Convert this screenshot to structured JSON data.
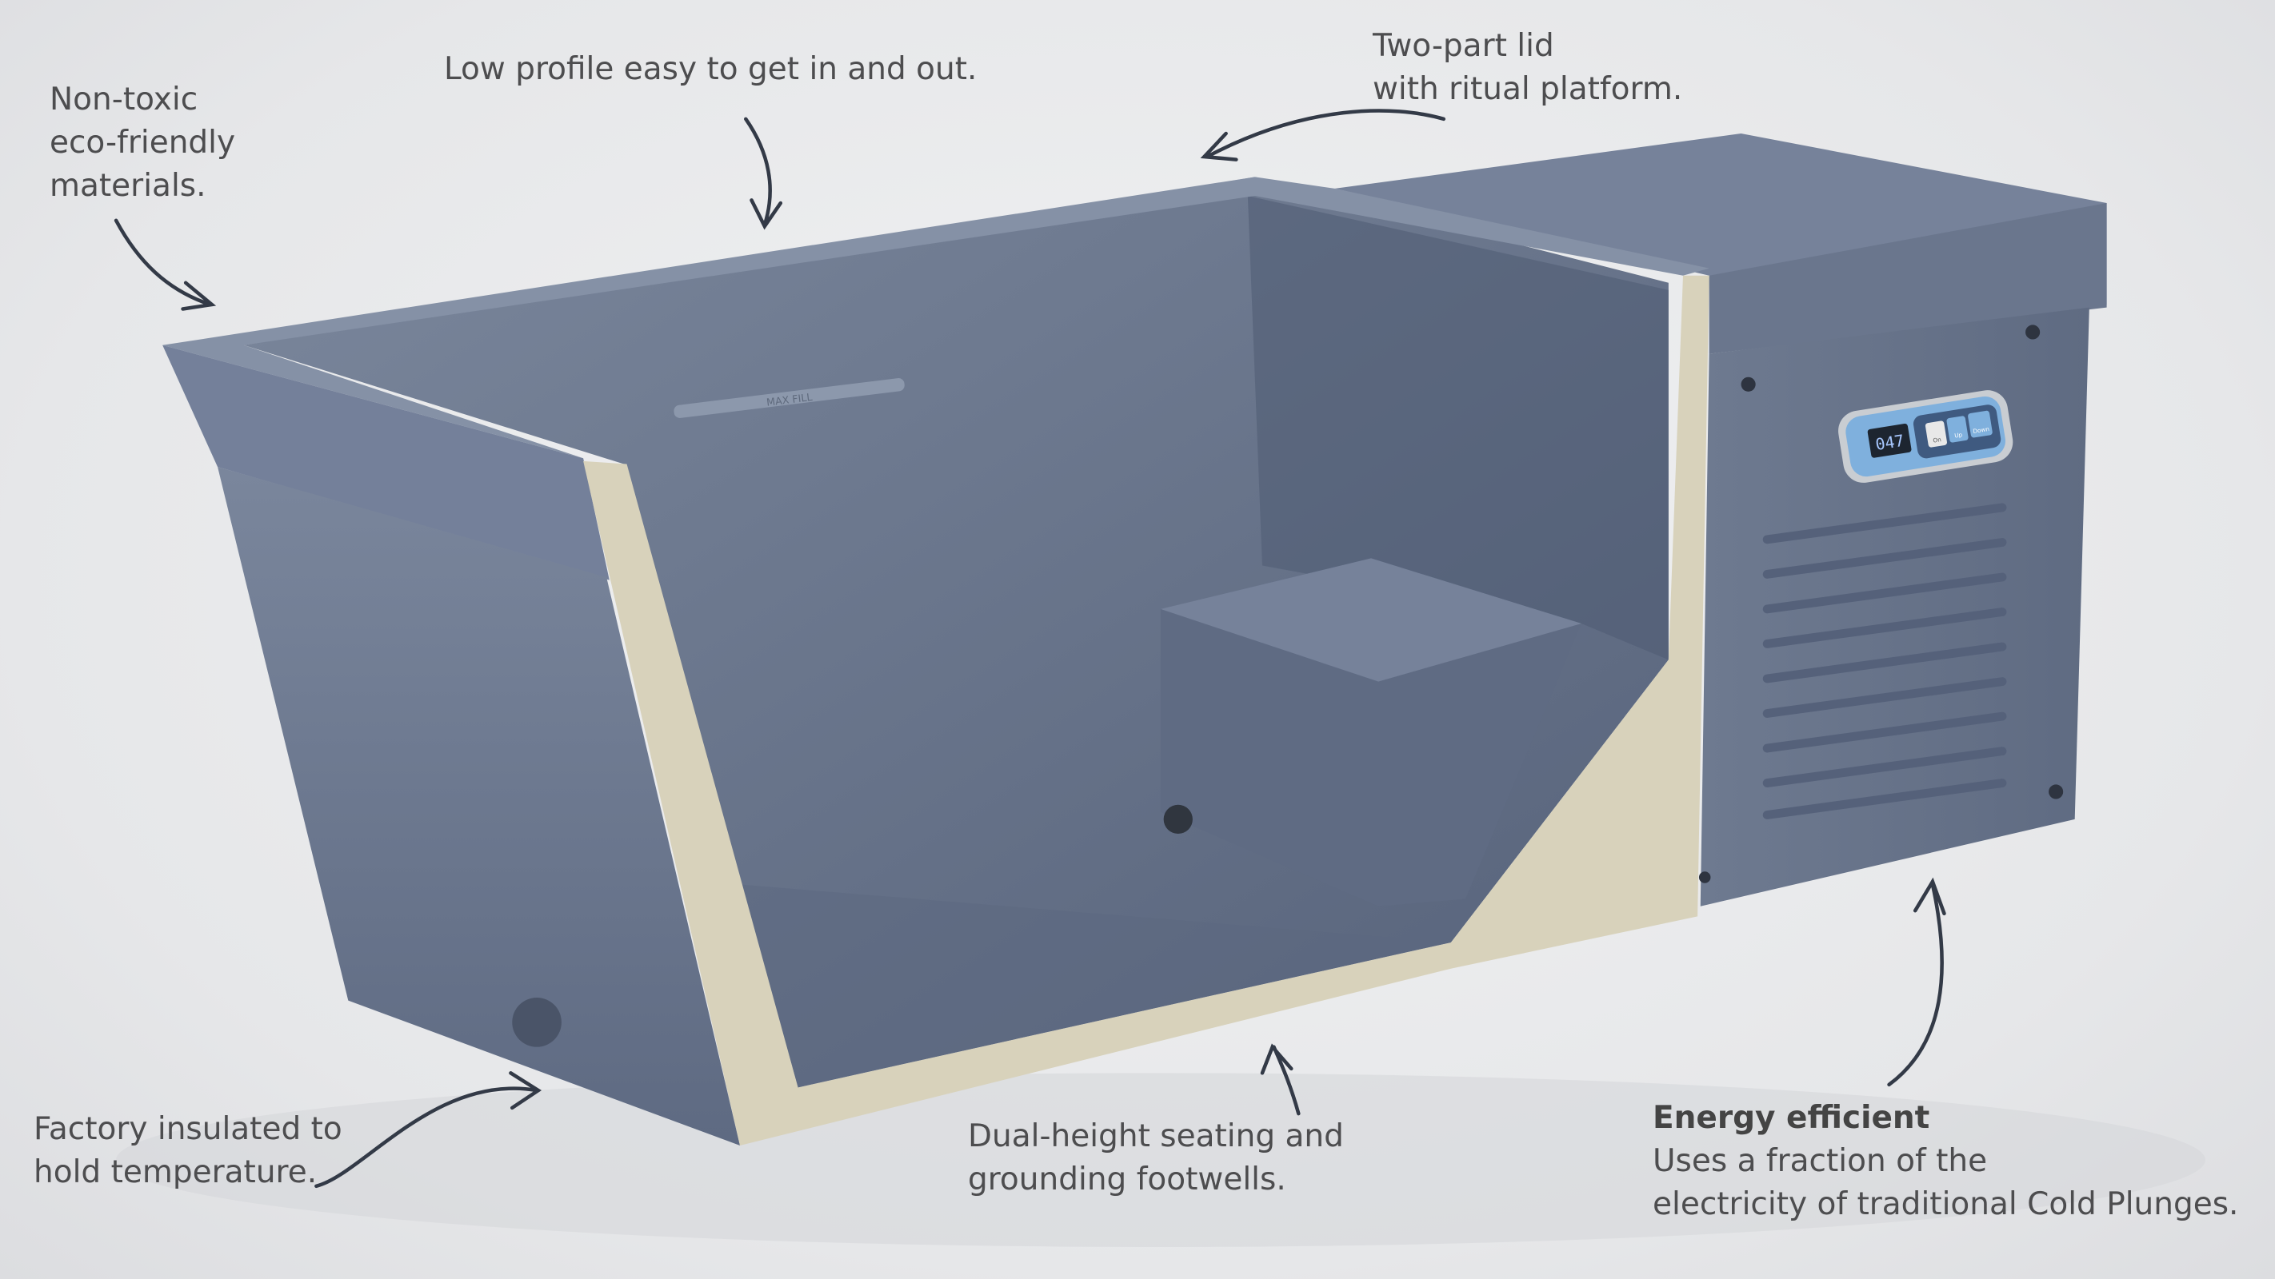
{
  "annotations": {
    "materials": [
      "Non-toxic",
      "eco-friendly",
      "materials."
    ],
    "profile": [
      "Low profile easy to get in and out."
    ],
    "lid": [
      "Two-part lid",
      "with ritual platform."
    ],
    "insulated": [
      "Factory insulated to",
      "hold temperature."
    ],
    "seating": [
      "Dual-height seating and",
      "grounding footwells."
    ],
    "energy": {
      "title": "Energy efficient",
      "lines": [
        "Uses a fraction of the",
        "electricity of traditional Cold Plunges."
      ]
    }
  },
  "product": {
    "max_fill_label": "MAX FILL",
    "control_panel": {
      "display": "047",
      "buttons": [
        "On",
        "Up",
        "Down"
      ]
    }
  },
  "colors": {
    "tub": "#6b7890",
    "insulation": "#d8d2bb",
    "text": "#4d4d4f"
  }
}
